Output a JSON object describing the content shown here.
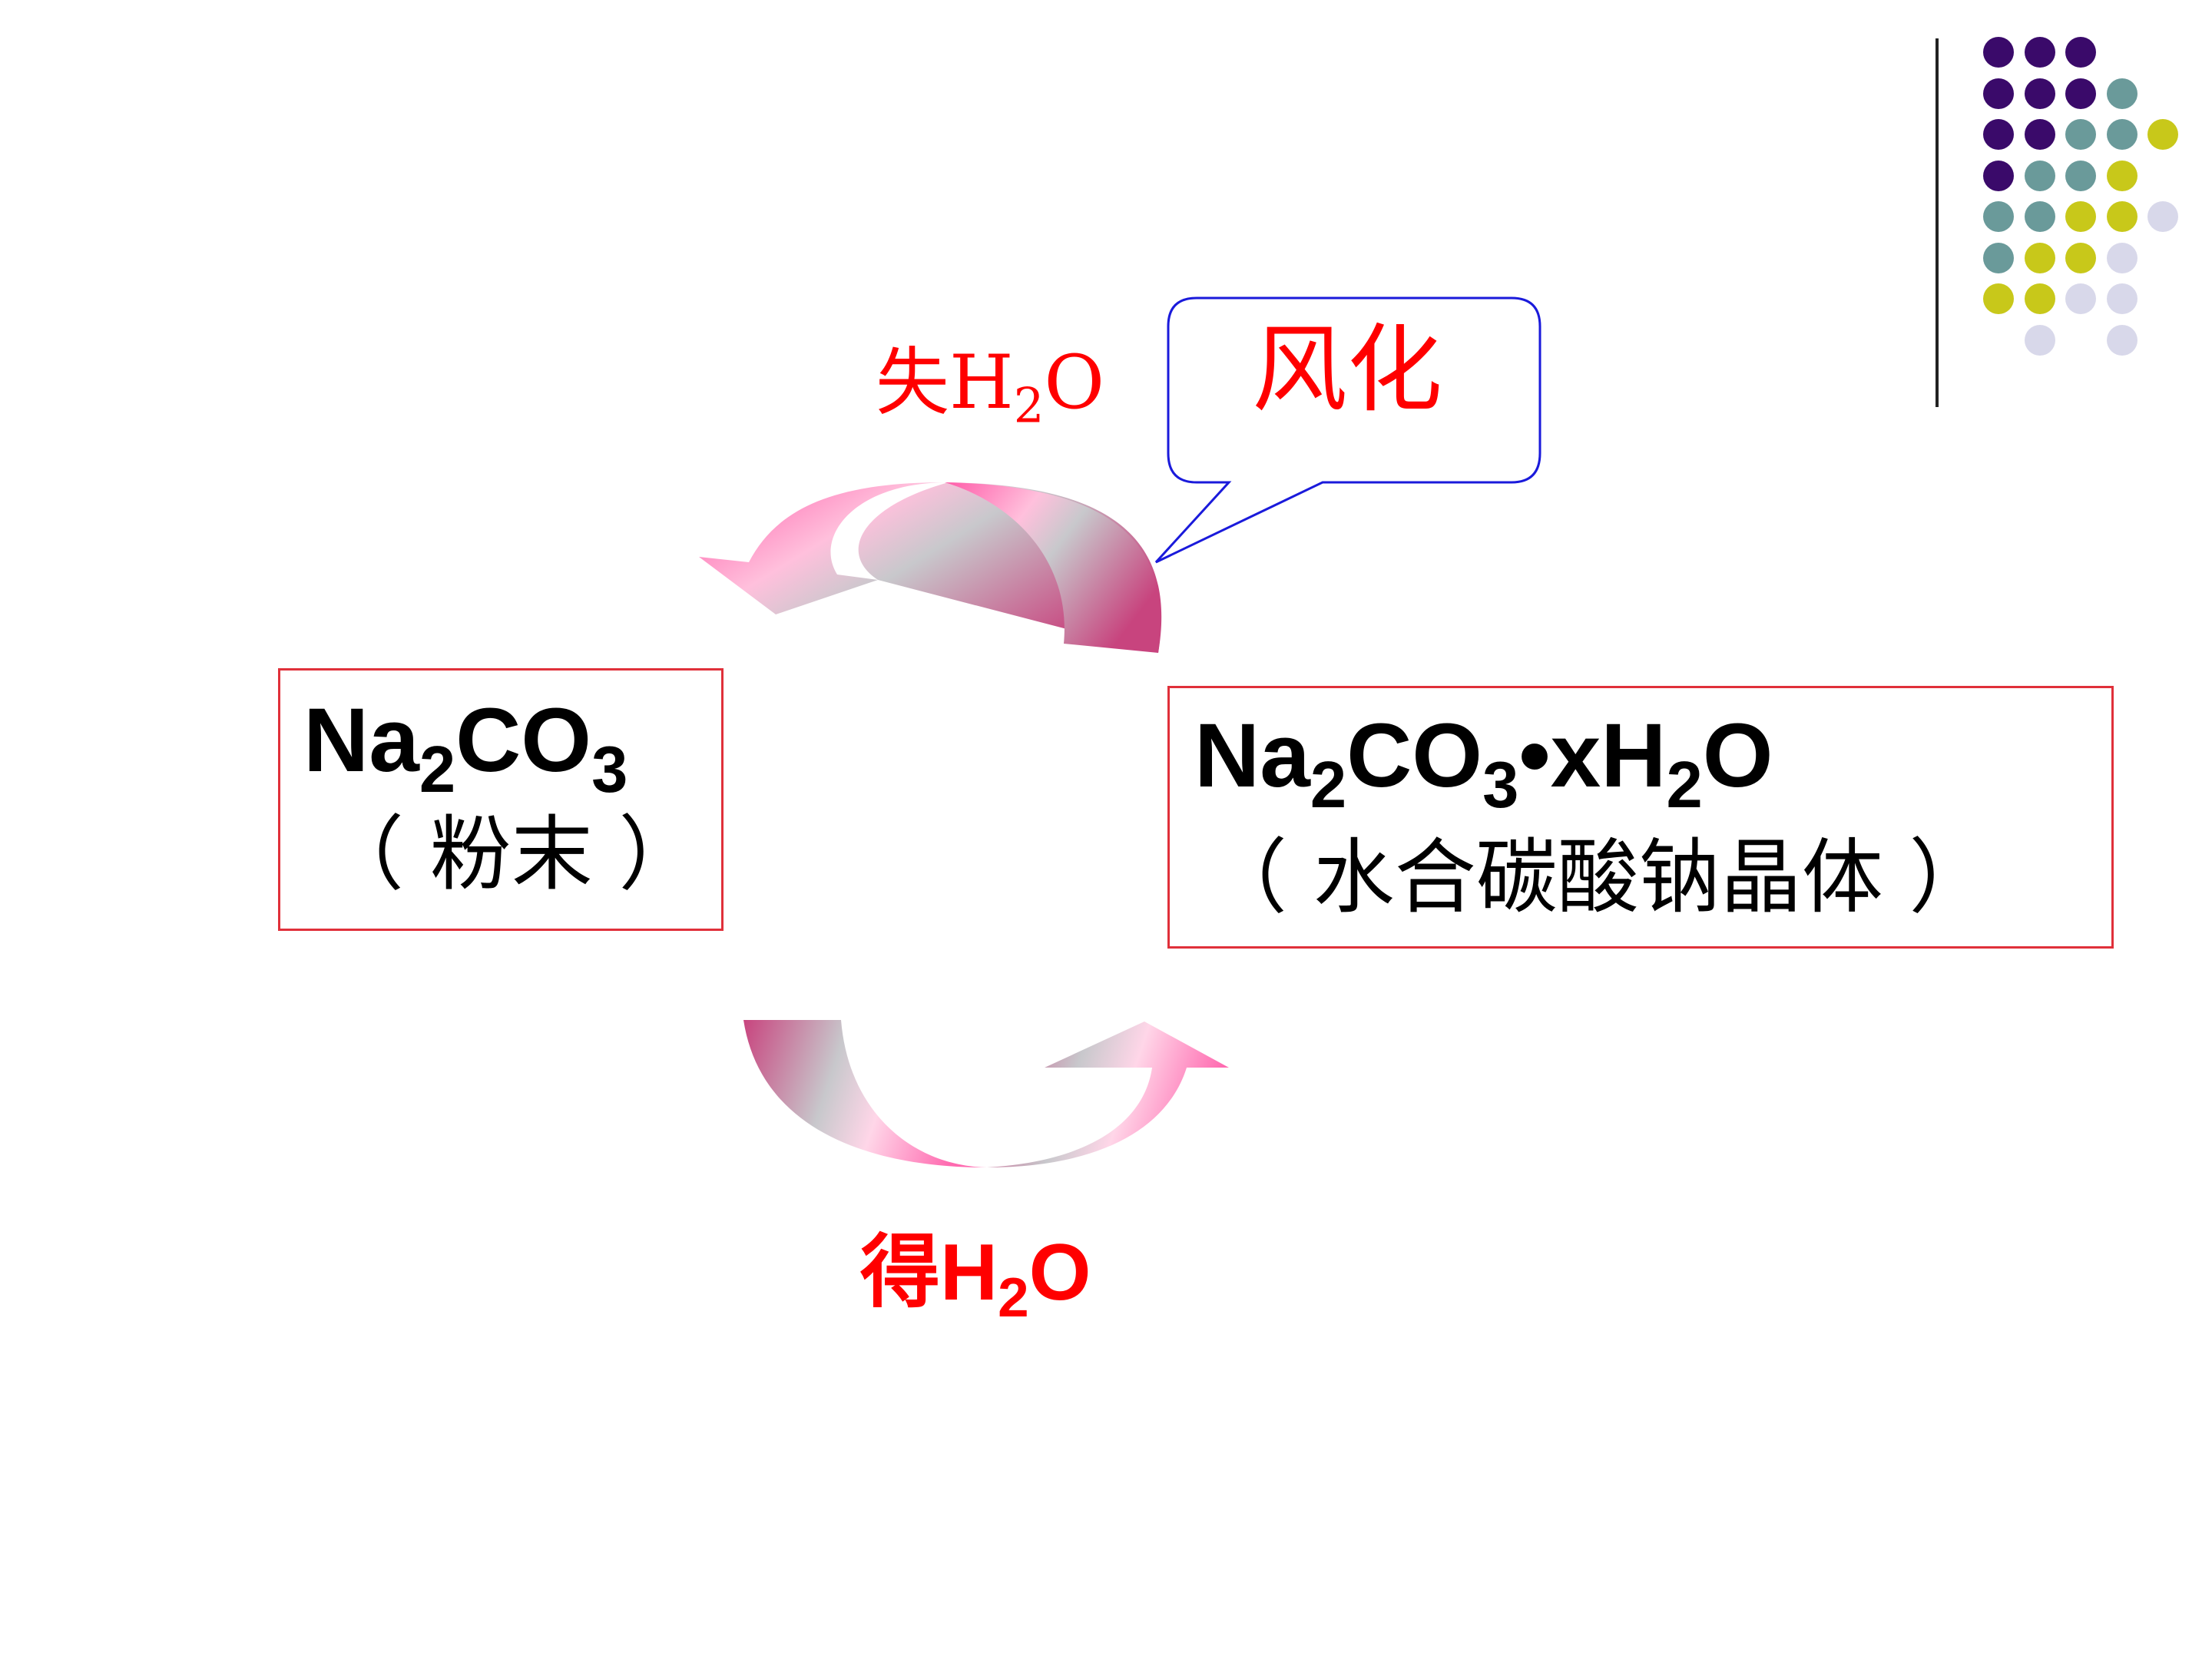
{
  "diagram": {
    "callout_label": "风化",
    "top_arrow_label": {
      "prefix": "失",
      "h": "H",
      "sub": "2",
      "o": "O"
    },
    "bottom_arrow_label": {
      "prefix": "得",
      "h": "H",
      "sub": "2",
      "o": "O"
    },
    "left_box": {
      "formula": {
        "na": "Na",
        "s1": "2",
        "co": "CO",
        "s2": "3"
      },
      "caption": "（ 粉末 ）"
    },
    "right_box": {
      "formula": {
        "na": "Na",
        "s1": "2",
        "co": "CO",
        "s2": "3",
        "dot_x": "•xH",
        "s3": "2",
        "o": "O"
      },
      "caption": "（ 水合碳酸钠晶体 ）"
    }
  },
  "colors": {
    "accent_red": "#ff0000",
    "box_border": "#e0303a",
    "callout_border": "#1a1adb",
    "arrow_pink": "#ff79b8",
    "arrow_dark_pink": "#c8447e",
    "arrow_gray": "#c4c4c8",
    "dot_purple": "#3a0a6a",
    "dot_teal": "#6a9a9a",
    "dot_olive": "#c8c81a",
    "dot_lavender": "#d8d8ea"
  }
}
